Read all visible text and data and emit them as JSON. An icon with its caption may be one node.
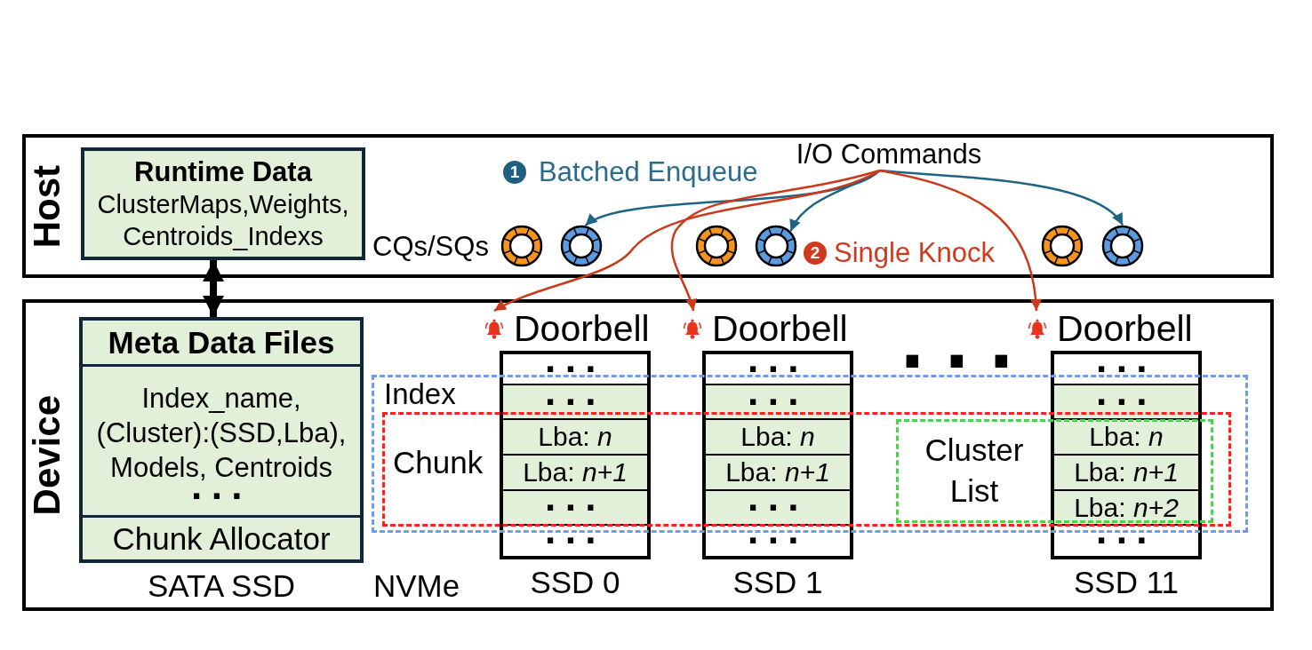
{
  "diagram": {
    "nodes": [
      {
        "text": [
          "Host"
        ]
      },
      {
        "text": [
          "Runtime Data",
          "ClusterMaps,Weights, Centroids_Indexs"
        ],
        "in": 0
      },
      {
        "text": [
          "I/O Commands"
        ],
        "in": 0
      },
      {
        "text": [],
        "shape": "circle",
        "in": 0
      },
      {
        "text": [],
        "shape": "circle",
        "in": 0
      },
      {
        "text": [],
        "shape": "circle",
        "in": 0
      },
      {
        "text": [],
        "shape": "circle",
        "in": 0
      },
      {
        "text": [],
        "shape": "circle",
        "in": 0
      },
      {
        "text": [],
        "shape": "circle",
        "in": 0
      },
      {
        "text": [
          "Device"
        ]
      },
      {
        "text": [
          "Meta Data Files",
          "Index_name, (Cluster):(SSD,Lba), Models, Centroids",
          "···",
          "Chunk Allocator"
        ],
        "beside": [
          "SATA SSD"
        ],
        "in": 9
      },
      {
        "text": [
          "Doorbell"
        ],
        "in": 9
      },
      {
        "text": [
          "Doorbell"
        ],
        "in": 9
      },
      {
        "text": [
          "Doorbell"
        ],
        "in": 9
      },
      {
        "text": [
          "Index"
        ],
        "in": 9
      },
      {
        "text": [
          "Chunk"
        ],
        "in": 14
      },
      {
        "text": [
          "Cluster List"
        ],
        "in": 15
      },
      {
        "text": [
          "···",
          "···",
          "Lba: *n*",
          "Lba: *n+1*",
          "···",
          "···"
        ],
        "beside": [
          "SSD 0"
        ],
        "in": 9
      },
      {
        "text": [
          "···",
          "···",
          "Lba: *n*",
          "Lba: *n+1*",
          "···",
          "···"
        ],
        "beside": [
          "SSD 1"
        ],
        "in": 9
      },
      {
        "text": [
          "···",
          "···",
          "Lba: *n*",
          "Lba: *n+1*",
          "Lba: *n+2*",
          "···"
        ],
        "beside": [
          "SSD 11"
        ],
        "in": 9
      }
    ],
    "edges": [
      {
        "from": 1,
        "to": 10,
        "arrow": "both",
        "style": "thick",
        "color": "#000000"
      },
      {
        "from": 2,
        "to": 4,
        "arrow": "to",
        "color": "#1f6385"
      },
      {
        "from": 2,
        "to": 6,
        "arrow": "to",
        "color": "#1f6385"
      },
      {
        "from": 2,
        "to": 8,
        "arrow": "to",
        "color": "#1f6385"
      },
      {
        "from": 2,
        "to": 11,
        "arrow": "to",
        "color": "#cc3a1c"
      },
      {
        "from": 2,
        "to": 12,
        "arrow": "to",
        "color": "#cc3a1c"
      },
      {
        "from": 2,
        "to": 13,
        "arrow": "to",
        "color": "#cc3a1c"
      }
    ],
    "labels": [
      "1",
      "Batched Enqueue",
      "CQs/SQs",
      "2",
      "Single Knock",
      "···",
      "NVMe"
    ]
  }
}
